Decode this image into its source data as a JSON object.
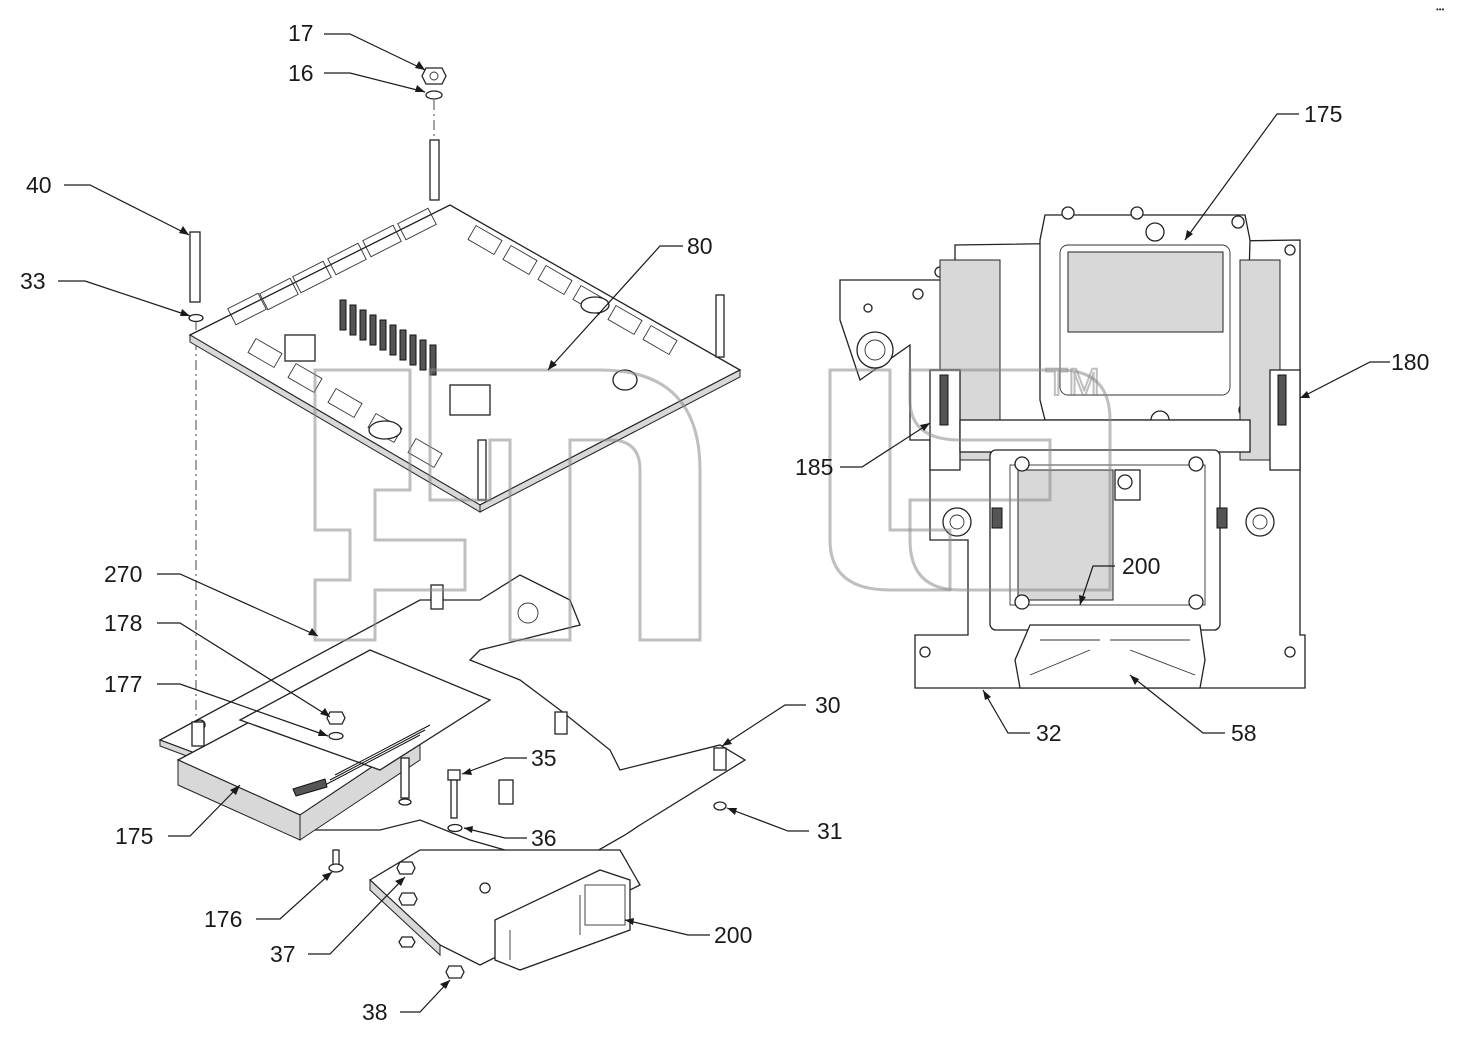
{
  "callouts": {
    "c17": "17",
    "c16": "16",
    "c40": "40",
    "c33": "33",
    "c80": "80",
    "c270": "270",
    "c178": "178",
    "c177": "177",
    "c175_left": "175",
    "c176": "176",
    "c37": "37",
    "c38": "38",
    "c35": "35",
    "c36": "36",
    "c30": "30",
    "c31": "31",
    "c200_left": "200",
    "c175_right": "175",
    "c180": "180",
    "c185": "185",
    "c200_right": "200",
    "c32": "32",
    "c58": "58"
  },
  "watermark": {
    "mark": "TM"
  },
  "corner_mark": "•••"
}
